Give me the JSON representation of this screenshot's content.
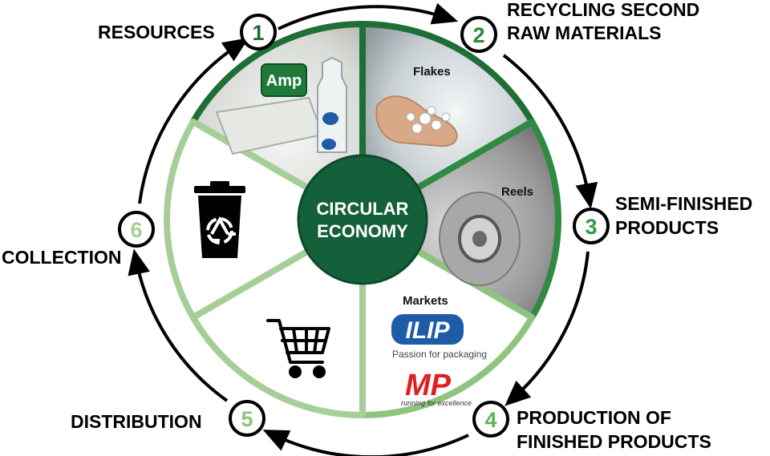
{
  "center": {
    "line1": "CIRCULAR",
    "line2": "ECONOMY"
  },
  "steps": [
    {
      "number": "1",
      "label_lines": [
        "RESOURCES"
      ]
    },
    {
      "number": "2",
      "label_lines": [
        "RECYCLING SECOND",
        "RAW MATERIALS"
      ]
    },
    {
      "number": "3",
      "label_lines": [
        "SEMI-FINISHED",
        "PRODUCTS"
      ]
    },
    {
      "number": "4",
      "label_lines": [
        "PRODUCTION OF",
        "FINISHED PRODUCTS"
      ]
    },
    {
      "number": "5",
      "label_lines": [
        "DISTRIBUTION"
      ]
    },
    {
      "number": "6",
      "label_lines": [
        "COLLECTION"
      ]
    }
  ],
  "segment_captions": {
    "flakes": "Flakes",
    "reels": "Reels",
    "markets": "Markets"
  },
  "logos": {
    "amp": "Amp",
    "ilip": "ILIP",
    "ilip_tagline": "Passion for packaging",
    "mp": "MP",
    "mp_tagline": "running for excellence"
  },
  "colors": {
    "dark_green": "#1f6e35",
    "mid_green": "#3f9a4c",
    "light_green": "#a6cf98",
    "hub_green": "#14603a",
    "ilip_blue": "#1e5ca8",
    "mp_red": "#e02020"
  }
}
